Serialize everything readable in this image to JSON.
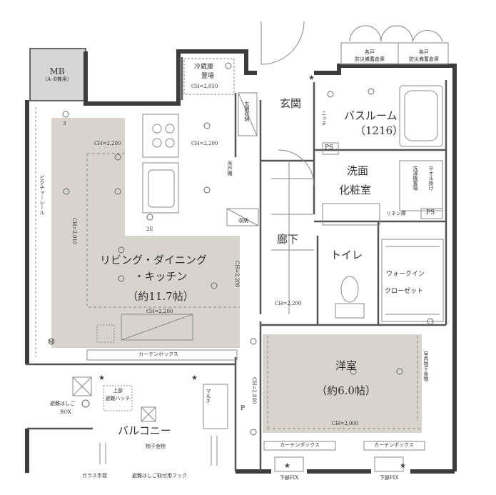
{
  "rooms": {
    "ldk_name_1": "リビング・ダイニング",
    "ldk_name_2": "・キッチン",
    "ldk_area": "（約11.7帖）",
    "western_room_name": "洋室",
    "western_room_area": "（約6.0帖）",
    "bathroom_name": "バスルーム",
    "bathroom_size": "（1216）",
    "washroom_1": "洗面",
    "washroom_2": "化粧室",
    "entrance": "玄関",
    "hallway": "廊下",
    "toilet": "トイレ",
    "walk_in_1": "ウォークイン",
    "walk_in_2": "クローゼット",
    "balcony": "バルコニー",
    "mb": "MB",
    "mb_note": "（A･B兼用）"
  },
  "labels": {
    "fridge": "冷蔵庫",
    "fridge_2": "置場",
    "entrance_storage": "玄関収納",
    "storage": "収納",
    "niche": "ニッチ",
    "ps": "PS",
    "linen": "リネン庫",
    "laundry": "洗濯機置場",
    "towel_rack": "タオル掛け",
    "picture_rail": "ピクチャーレール",
    "curtain_box": "カーテンボックス",
    "upper_hatch_1": "上部",
    "upper_hatch_2": "避難ハッチ",
    "escape_box_1": "避難はしご",
    "escape_box_2": "BOX",
    "laundry_hanger": "物干金物",
    "indoor_hanger": "室内物干金物",
    "multi_unit": "マルチ",
    "glass_rail": "ガラス手摺",
    "ladder_hook": "避難はしご取付用フック",
    "lower_fix": "下部FIX",
    "storehouse_1": "各戸",
    "storehouse_2": "防災備蓄倉庫",
    "upper_cabinet": "吊戸棚",
    "p_mark": "P",
    "m_mark": "M",
    "e2": "2E",
    "e3": "3"
  },
  "ceiling_heights": {
    "ch2050": "CH=2,050",
    "ch2200": "CH=2,200",
    "ch2010": "CH=2,010",
    "ch2000": "CH=2,000"
  },
  "colors": {
    "room_fill": "#d8d3cc",
    "wall": "#3c3c3c",
    "line": "#555555",
    "thin": "#888888"
  }
}
